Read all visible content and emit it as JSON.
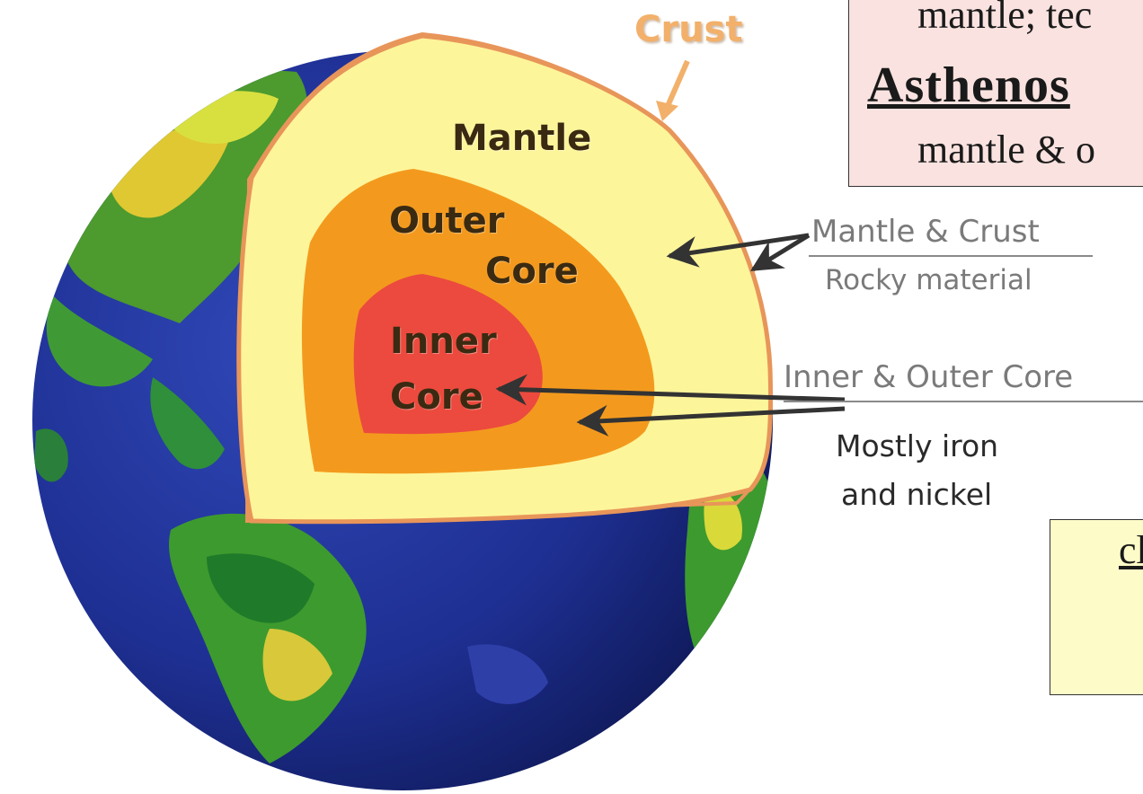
{
  "labels": {
    "crust": "Crust",
    "mantle": "Mantle",
    "outer_core_line1": "Outer",
    "outer_core_line2": "Core",
    "inner_core_line1": "Inner",
    "inner_core_line2": "Core"
  },
  "callouts": {
    "mantle_crust_title": "Mantle & Crust",
    "mantle_crust_desc": "Rocky material",
    "core_title": "Inner & Outer Core",
    "core_desc_line1": "Mostly iron",
    "core_desc_line2": "and nickel"
  },
  "text_box": {
    "line1": "mantle; tec",
    "line2": "Asthenos",
    "line3": "mantle & o"
  },
  "yellow_box": {
    "text": "cl"
  },
  "colors": {
    "crust": "#e8955a",
    "mantle": "#fdf59a",
    "outer_core": "#f39a1e",
    "inner_core": "#ec4a3e",
    "ocean": "#1d2e8c",
    "land": "#3c8f2e",
    "text_box_bg": "#f9e2df",
    "yellow_box_bg": "#fdfbc8"
  }
}
